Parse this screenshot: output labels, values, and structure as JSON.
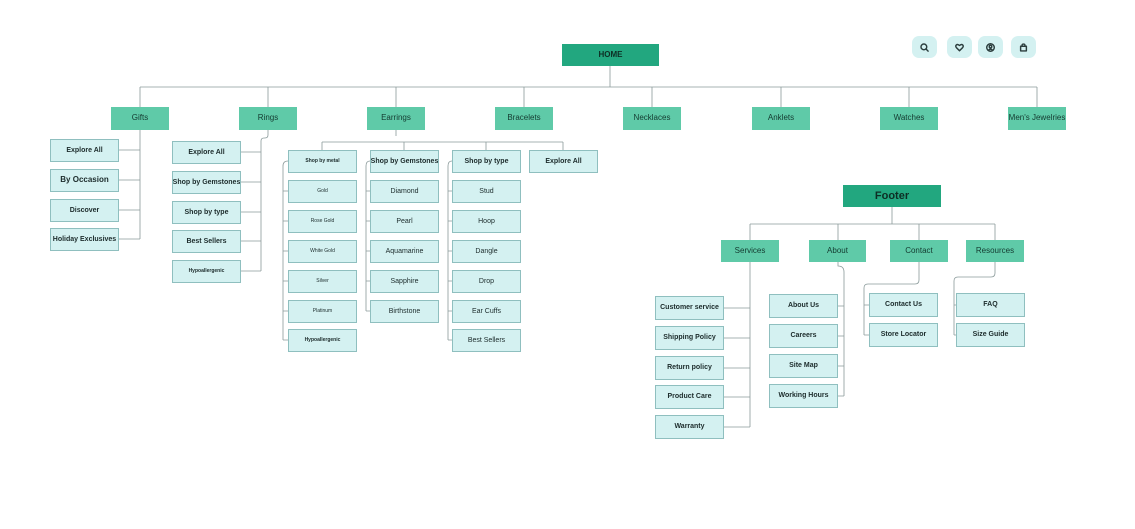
{
  "home": {
    "label": "HOME"
  },
  "header_icons": [
    "search-icon",
    "heart-icon",
    "user-icon",
    "bag-icon"
  ],
  "categories": [
    "Gifts",
    "Rings",
    "Earrings",
    "Bracelets",
    "Necklaces",
    "Anklets",
    "Watches",
    "Men's Jewelries"
  ],
  "gifts": [
    "Explore All",
    "By Occasion",
    "Discover",
    "Holiday Exclusives"
  ],
  "rings": [
    "Explore All",
    "Shop by Gemstones",
    "Shop by type",
    "Best Sellers",
    "Hypoallergenic"
  ],
  "earrings": {
    "shop_by_metal": [
      "Shop by metal",
      "Gold",
      "Rose Gold",
      "White Gold",
      "Silver",
      "Platinum",
      "Hypoallergenic"
    ],
    "shop_by_gemstones": [
      "Shop by Gemstones",
      "Diamond",
      "Pearl",
      "Aquamarine",
      "Sapphire",
      "Birthstone"
    ],
    "shop_by_type": [
      "Shop by type",
      "Stud",
      "Hoop",
      "Dangle",
      "Drop",
      "Ear Cuffs",
      "Best Sellers"
    ],
    "explore_all": "Explore All"
  },
  "footer": {
    "label": "Footer",
    "sections": [
      "Services",
      "About",
      "Contact",
      "Resources"
    ],
    "services": [
      "Customer service",
      "Shipping Policy",
      "Return policy",
      "Product Care",
      "Warranty"
    ],
    "about": [
      "About Us",
      "Careers",
      "Site Map",
      "Working Hours"
    ],
    "contact": [
      "Contact Us",
      "Store Locator"
    ],
    "resources": [
      "FAQ",
      "Size Guide"
    ]
  },
  "colors": {
    "root": "#22a77f",
    "category": "#5fcaa8",
    "leaf": "#d4f1f1",
    "leaf_border": "#8fbfbf",
    "connector": "#8a9a9a"
  }
}
